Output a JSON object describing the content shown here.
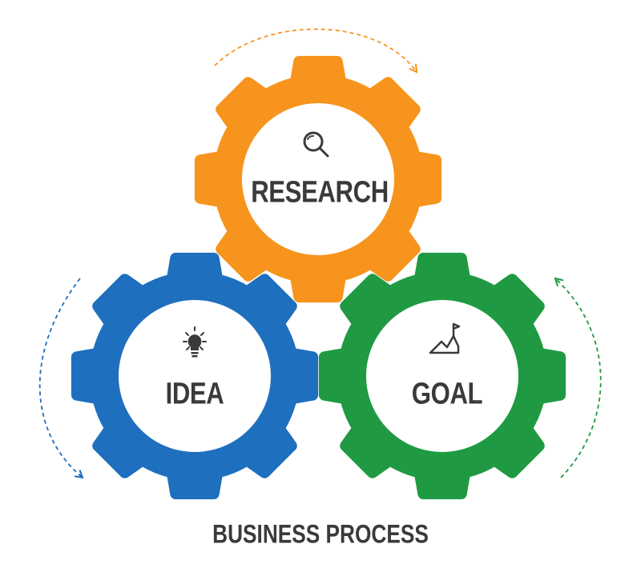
{
  "diagram": {
    "gears": [
      {
        "id": "research",
        "label": "RESEARCH",
        "icon": "magnifier-icon",
        "color": "#f7941d"
      },
      {
        "id": "idea",
        "label": "IDEA",
        "icon": "lightbulb-icon",
        "color": "#1f6fbf"
      },
      {
        "id": "goal",
        "label": "GOAL",
        "icon": "growth-chart-icon",
        "color": "#1f9a42"
      }
    ],
    "arrows": [
      {
        "id": "arrow-top",
        "color": "#f7941d"
      },
      {
        "id": "arrow-left",
        "color": "#1f6fbf"
      },
      {
        "id": "arrow-right",
        "color": "#1f9a42"
      }
    ],
    "title": "BUSINESS PROCESS",
    "text_color": "#3a3a3a"
  }
}
